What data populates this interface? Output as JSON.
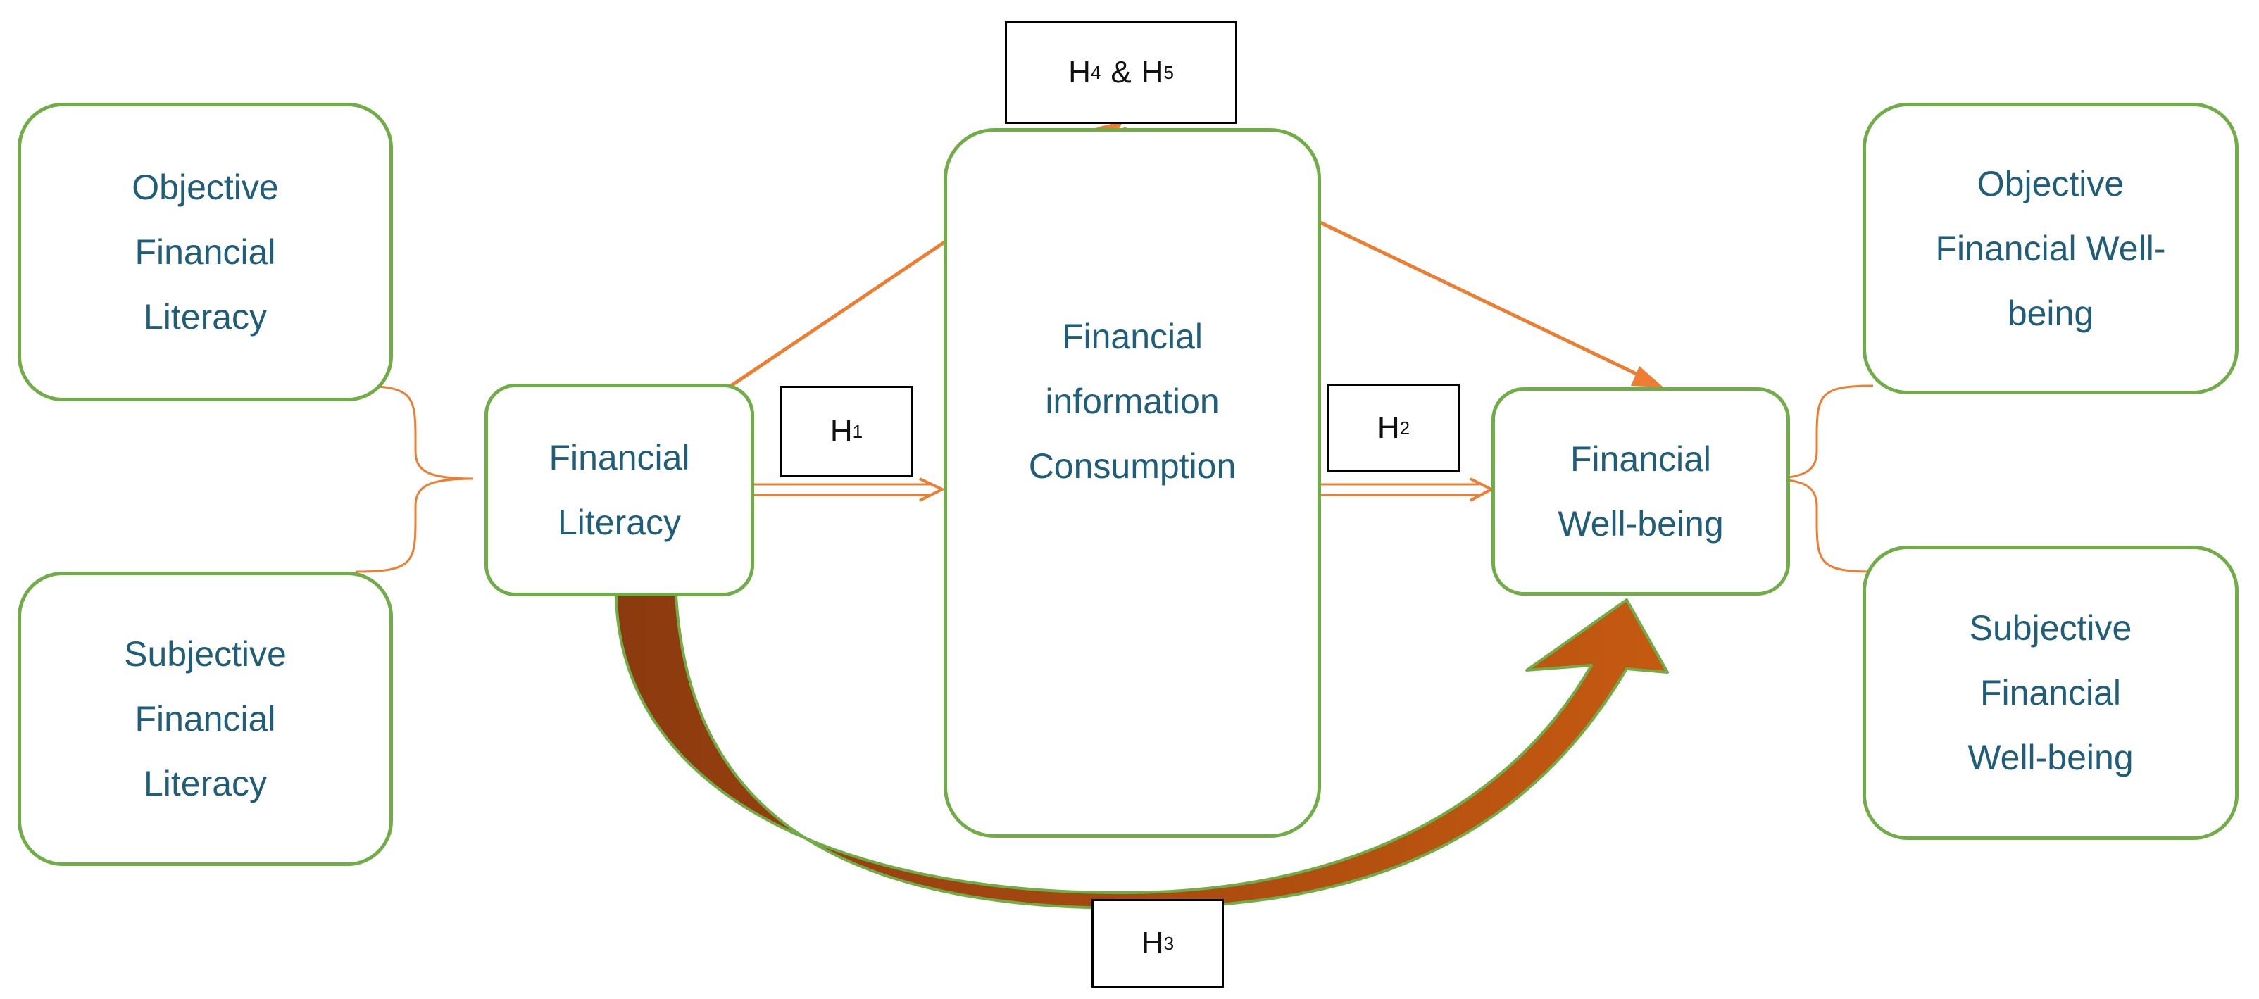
{
  "nodes": {
    "objective_literacy": [
      "Objective",
      "Financial",
      "Literacy"
    ],
    "subjective_literacy": [
      "Subjective",
      "Financial",
      "Literacy"
    ],
    "financial_literacy": [
      "Financial",
      "Literacy"
    ],
    "info_consumption": [
      "Financial",
      "information",
      "Consumption"
    ],
    "financial_wellbeing": [
      "Financial",
      "Well-being"
    ],
    "objective_wellbeing": [
      "Objective",
      "Financial Well-",
      "being"
    ],
    "subjective_wellbeing": [
      "Subjective",
      "Financial",
      "Well-being"
    ]
  },
  "hypotheses": {
    "h1": {
      "letter": "H",
      "num": "1"
    },
    "h2": {
      "letter": "H",
      "num": "2"
    },
    "h3": {
      "letter": "H",
      "num": "3"
    },
    "h4": {
      "letter": "H",
      "num": "4"
    },
    "h5": {
      "letter": "H",
      "num": "5"
    },
    "amp": "&"
  },
  "colors": {
    "box_border": "#70AD47",
    "node_text": "#1F5E7A",
    "arrow": "#ED7D31",
    "big_arrow_dark": "#8B3A0F",
    "big_arrow_light": "#C55A11"
  }
}
